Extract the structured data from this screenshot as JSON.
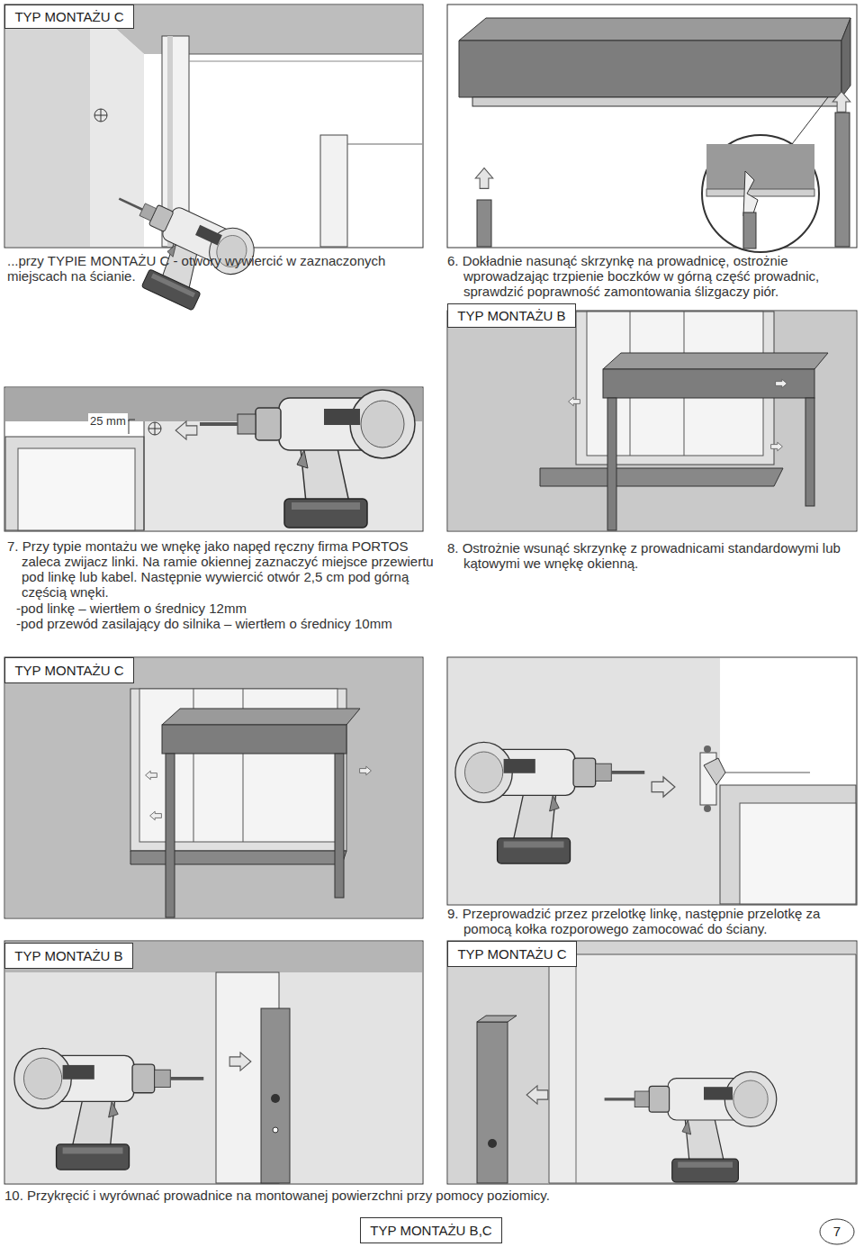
{
  "diagram": {
    "nodes": [
      {
        "text": [
          "TYP MONTAŻU C"
        ]
      },
      {
        "text": [
          "TYP MONTAŻU B"
        ]
      },
      {
        "text": [
          "TYP MONTAŻU C"
        ]
      },
      {
        "text": [
          "TYP MONTAŻU B"
        ]
      },
      {
        "text": [
          "TYP MONTAŻU C"
        ]
      },
      {
        "text": [
          "TYP MONTAŻU B,C"
        ]
      },
      {
        "text": [
          "7"
        ]
      }
    ],
    "labels": [
      "...przy TYPIE MONTAŻU C - otwory wywiercić w zaznaczonych miejscach na ścianie.",
      "6. Dokładnie nasunąć skrzynkę na prowadnicę, ostrożnie wprowadzając trzpienie boczków w górną część prowadnic, sprawdzić poprawność zamontowania ślizgaczy piór.",
      "25 mm",
      "7. Przy typie montażu we wnękę jako napęd ręczny firma PORTOS zaleca zwijacz linki. Na ramie okiennej zaznaczyć miejsce przewiertu pod linkę lub kabel. Następnie wywiercić otwór 2,5 cm pod górną częścią wnęki.",
      "-pod linkę – wiertłem o średnicy 12mm",
      "-pod przewód zasilający do silnika – wiertłem o średnicy 10mm",
      "8. Ostrożnie wsunąć skrzynkę z prowadnicami standardowymi lub kątowymi we wnękę okienną.",
      "9. Przeprowadzić przez przelotkę linkę, następnie przelotkę za pomocą kołka rozporowego zamocować do ściany.",
      "10. Przykręcić i wyrównać prowadnice na montowanej powierzchni przy pomocy poziomicy."
    ]
  }
}
